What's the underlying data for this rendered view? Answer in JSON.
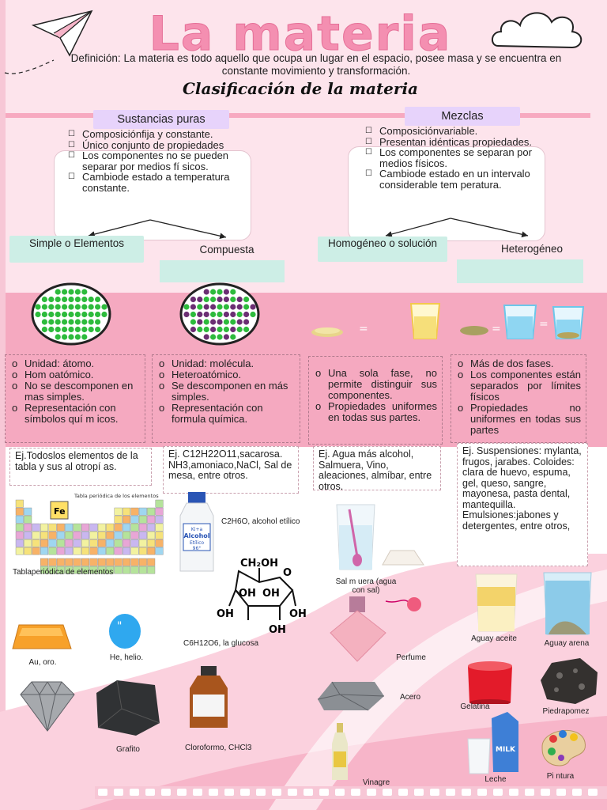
{
  "header": {
    "title": "La materia",
    "definition": "Definición: La materia es todo aquello que ocupa un lugar en el espacio, posee masa y se encuentra en constante movimiento y transformación.",
    "subtitle": "Clasificación de la materia"
  },
  "sustancias": {
    "label": "Sustancias puras",
    "props": [
      "Composiciónfija y constante.",
      "Único conjunto de propiedades",
      "Los componentes no se pueden separar por medios fí sicos.",
      "Cambiode estado a temperatura constante."
    ]
  },
  "mezclas": {
    "label": "Mezclas",
    "props": [
      "Composiciónvariable.",
      "Presentan idénticas propiedades.",
      "Los componentes se separan por medios físicos.",
      "Cambiode estado en un intervalo considerable tem peratura."
    ]
  },
  "categories": {
    "simple": "Simple o Elementos",
    "compuesta": "Compuesta",
    "homogeneo": "Homogéneo o solución",
    "heterogeneo": "Heterogéneo"
  },
  "cards": {
    "simple": [
      "Unidad: átomo.",
      "Hom oatómico.",
      "No se descomponen en mas simples.",
      "Representación con símbolos quí m icos."
    ],
    "compuesta": [
      "Unidad: molécula.",
      "Heteroatómico.",
      "Se descomponen en más simples.",
      "Representación con formula química."
    ],
    "homogeneo": [
      "Una sola fase, no permite distinguir sus componentes.",
      "Propiedades uniformes en todas sus partes."
    ],
    "heterogeneo": [
      "Más de dos fases.",
      "Los componentes están separados por límites físicos",
      "Propiedades no uniformes en todas sus partes"
    ]
  },
  "examples": {
    "simple": "Ej.Todoslos elementos de la tabla y sus al otropí as.",
    "compuesta": "Ej. C12H22O11,sacarosa. NH3,amoniaco,NaCl, Sal de mesa, entre otros.",
    "homogeneo": "Ej. Agua más alcohol, Salmuera, Vino, aleaciones, almíbar, entre otros.",
    "heterogeneo": "Ej. Suspensiones: mylanta, frugos, jarabes. Coloides: clara de huevo, espuma, gel, queso, sangre, mayonesa, pasta dental, mantequilla. Emulsiones:jabones y detergentes, entre otros,"
  },
  "images": {
    "periodic_table_header": "Tabla periódica de los elementos",
    "periodic_table": "Tablaperiódica de elementos",
    "alcohol_bottle_line1": "Alcohol",
    "alcohol_bottle_line2": "Etílico",
    "alcohol_bottle_line3": "96°",
    "alcohol_bottle_brand": "Ki+a",
    "alcohol": "C2H6O, alcohol etílico",
    "glucosa": "C6H12O6, la glucosa",
    "salmuera": "Sal m uera (agua con sal)",
    "aguay_aceite": "Aguay aceite",
    "aguay_arena": "Aguay arena",
    "oro": "Au, oro.",
    "helio": "He, helio.",
    "perfume": "Perfume",
    "grafito": "Grafito",
    "cloroformo": "Cloroformo, CHCl3",
    "acero": "Acero",
    "gelatina": "Gelatina",
    "piedrapomez": "Piedrapomez",
    "vinagre": "Vinagre",
    "leche": "Leche",
    "leche_carton": "MILK",
    "pintura": "Pi ntura",
    "fe_symbol": "Fe",
    "glucose_ch2oh": "CH₂OH",
    "glucose_o": "O",
    "glucose_oh": "OH"
  },
  "colors": {
    "title": "#f48fb1",
    "pink_band": "#f5a9c0",
    "background": "#fde4ec",
    "chip": "#e7d3fb",
    "teal": "#cdeee6",
    "atom_green": "#2dbb3c",
    "atom_purple": "#6b2e73"
  }
}
